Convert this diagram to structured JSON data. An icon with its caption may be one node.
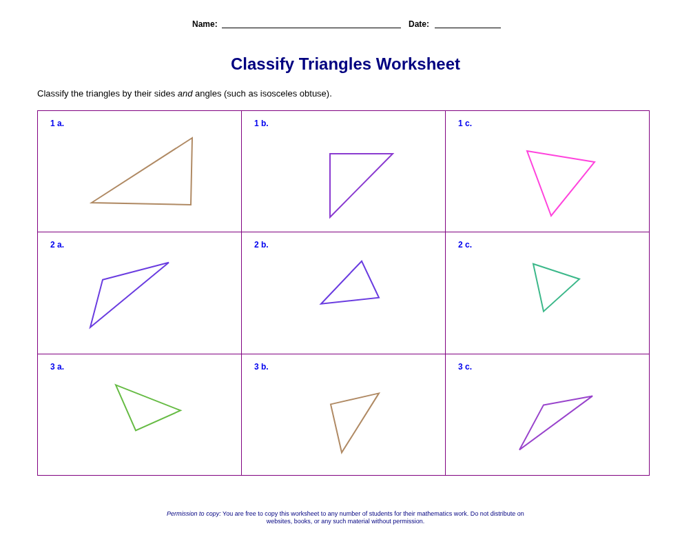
{
  "diagram": {
    "title": "Classify Triangles Worksheet",
    "nodes": [
      {
        "text": [
          "1 a."
        ]
      },
      {
        "text": [
          "1 b."
        ]
      },
      {
        "text": [
          "1 c."
        ]
      },
      {
        "text": [
          "2 a."
        ]
      },
      {
        "text": [
          "2 b."
        ]
      },
      {
        "text": [
          "2 c."
        ]
      },
      {
        "text": [
          "3 a."
        ]
      },
      {
        "text": [
          "3 b."
        ]
      },
      {
        "text": [
          "3 c."
        ]
      }
    ],
    "edges": [],
    "labels": [
      "Name:",
      "Date:",
      "Classify the triangles by their sides *and* angles (such as isosceles obtuse).",
      "*Permission to copy:* You are free to copy this worksheet to any number of students for their mathematics work. Do not distribute on websites, books, or any such material without permission."
    ]
  }
}
